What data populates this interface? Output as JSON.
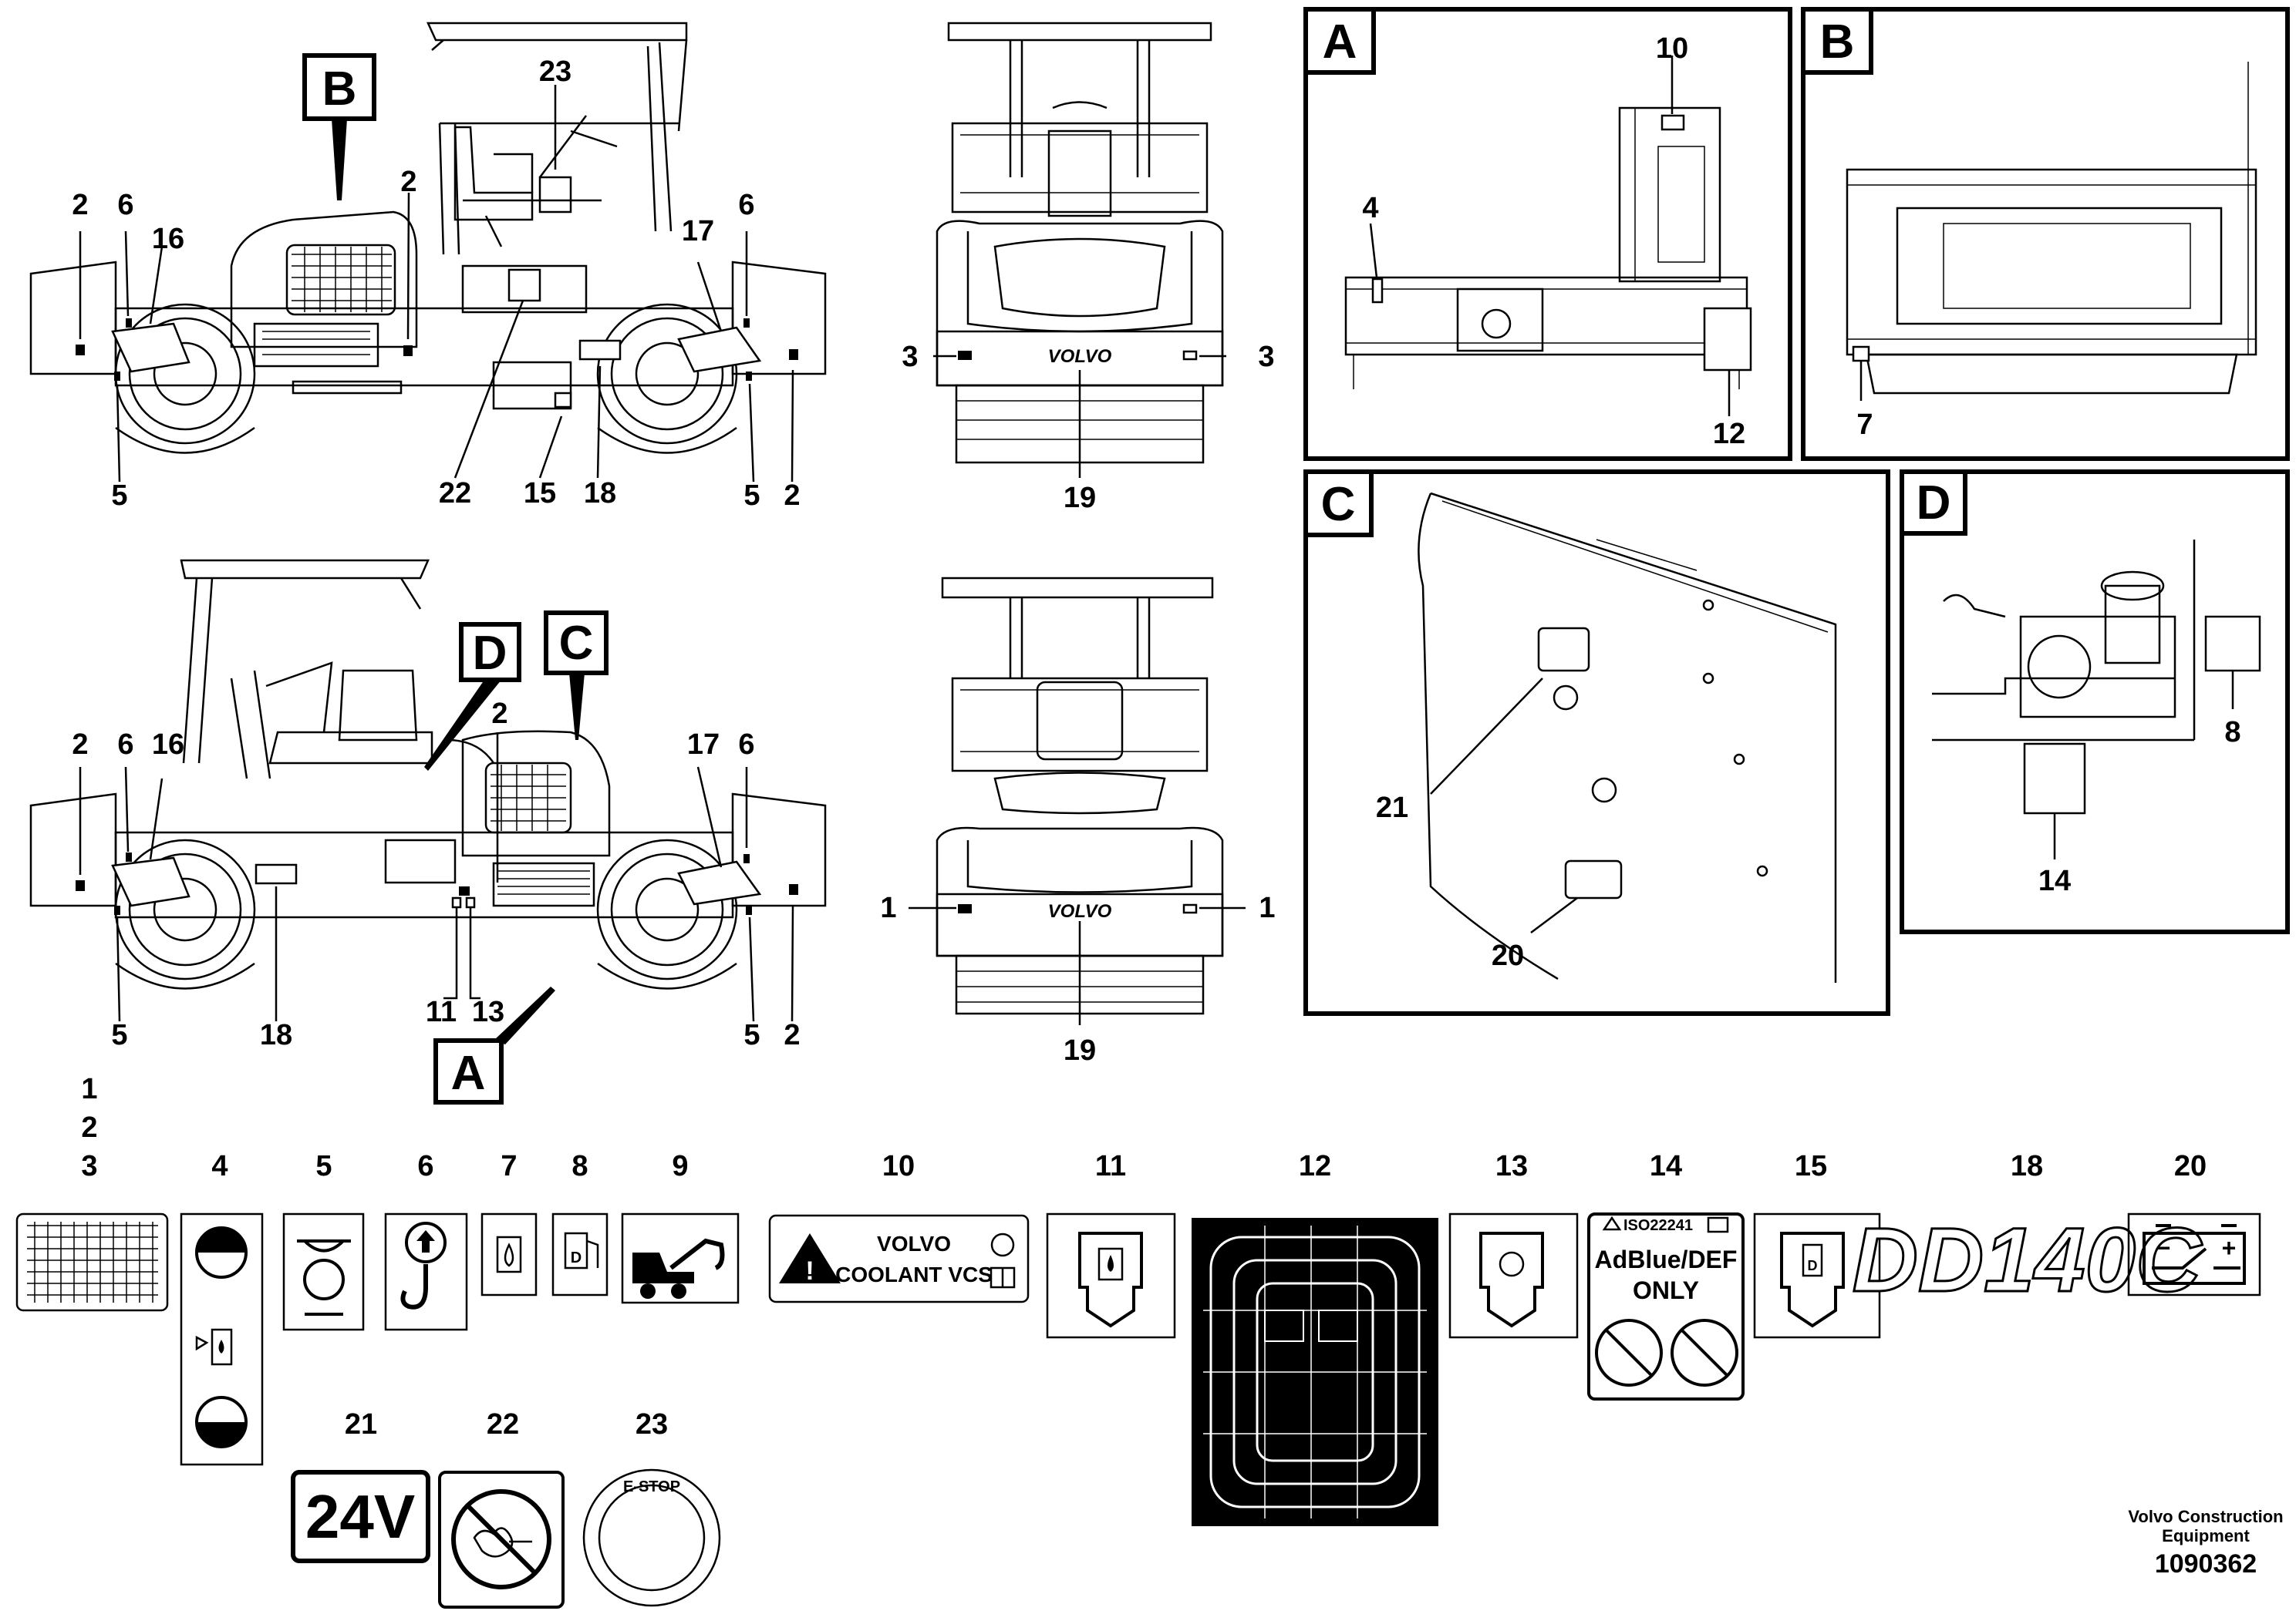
{
  "letters": {
    "A": "A",
    "B": "B",
    "C": "C",
    "D": "D"
  },
  "views": {
    "side1": {
      "n23": "23",
      "n2a": "2",
      "n6a": "6",
      "n16": "16",
      "n2b": "2",
      "n17": "17",
      "n6b": "6",
      "n5a": "5",
      "n22": "22",
      "n15": "15",
      "n18": "18",
      "n5b": "5",
      "n2c": "2"
    },
    "front1": {
      "n3a": "3",
      "n3b": "3",
      "n19": "19",
      "logo": "VOLVO"
    },
    "side2": {
      "n2a": "2",
      "n6a": "6",
      "n16": "16",
      "n2b": "2",
      "n17": "17",
      "n6b": "6",
      "n5a": "5",
      "n18": "18",
      "n11": "11",
      "n13": "13",
      "n5b": "5",
      "n2c": "2"
    },
    "front2": {
      "n1a": "1",
      "n1b": "1",
      "n19": "19",
      "logo": "VOLVO"
    },
    "detailA": {
      "n10": "10",
      "n4": "4",
      "n12": "12"
    },
    "detailB": {
      "n7": "7"
    },
    "detailC": {
      "n21": "21",
      "n20": "20"
    },
    "detailD": {
      "n8": "8",
      "n14": "14"
    }
  },
  "decals": {
    "d123": [
      "1",
      "2",
      "3"
    ],
    "d4": "4",
    "d5": "5",
    "d6": "6",
    "d7": "7",
    "d8": "8",
    "d9": "9",
    "d10": "10",
    "d10_line1": "VOLVO",
    "d10_line2": "COOLANT VCS",
    "d11": "11",
    "d12": "12",
    "d13": "13",
    "d14": "14",
    "d14_iso": "ISO22241",
    "d14_line1": "AdBlue/DEF",
    "d14_line2": "ONLY",
    "d15": "15",
    "d18": "18",
    "d18_model": "DD140C",
    "d20": "20",
    "d21": "21",
    "d21_text": "24V",
    "d22": "22",
    "d23": "23",
    "d23_text": "E-STOP"
  },
  "footer": {
    "line1": "Volvo Construction",
    "line2": "Equipment",
    "code": "1090362"
  }
}
